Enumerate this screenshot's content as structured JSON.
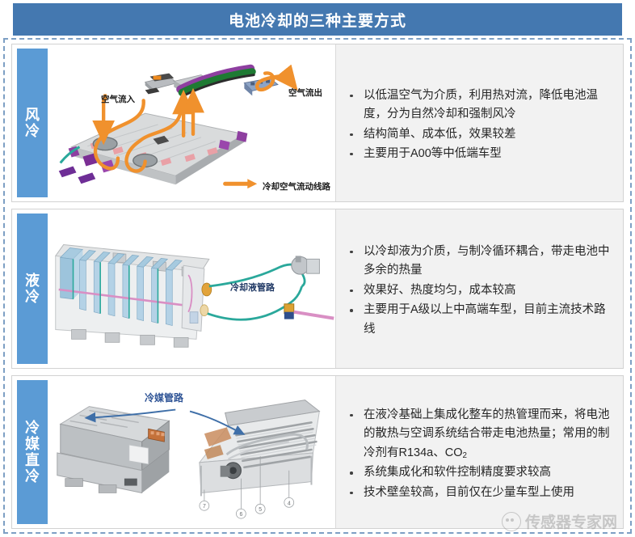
{
  "header": {
    "title": "电池冷却的三种主要方式",
    "bar_color": "#4478B0",
    "text_color": "#FFFFFF"
  },
  "frame": {
    "border_style": "dashed",
    "border_color": "#7D9FC4"
  },
  "theme": {
    "label_chip_color": "#5B9BD5",
    "text_panel_bg": "#F2F2F2",
    "card_border": "#D2D2D2",
    "arrow_orange": "#F0912D",
    "tube_teal": "#2AA89B",
    "arrow_blue": "#3F6FA8"
  },
  "rows": [
    {
      "label": "风冷",
      "label_chars": [
        "风",
        "冷"
      ],
      "figure": {
        "name": "air-cooled-battery-pack-diagram",
        "captions": [
          {
            "text": "空气流入",
            "name": "air-inlet-label"
          },
          {
            "text": "空气流出",
            "name": "air-outlet-label"
          },
          {
            "text": "冷却空气流动线路",
            "name": "cooling-airflow-legend-label"
          }
        ]
      },
      "bullets": [
        "以低温空气为介质，利用热对流，降低电池温度，分为自然冷却和强制风冷",
        "结构简单、成本低，效果较差",
        "主要用于A00等中低端车型"
      ]
    },
    {
      "label": "液冷",
      "label_chars": [
        "液",
        "冷"
      ],
      "figure": {
        "name": "liquid-cooled-battery-pack-diagram",
        "captions": [
          {
            "text": "冷却液管路",
            "name": "coolant-pipe-label"
          }
        ]
      },
      "bullets": [
        "以冷却液为介质，与制冷循环耦合，带走电池中多余的热量",
        "效果好、热度均匀，成本较高",
        "主要用于A级以上中高端车型，目前主流技术路线"
      ]
    },
    {
      "label": "冷媒直冷",
      "label_chars": [
        "冷",
        "媒",
        "直",
        "冷"
      ],
      "figure": {
        "name": "refrigerant-direct-cooling-battery-pack-diagram",
        "captions": [
          {
            "text": "冷媒管路",
            "name": "refrigerant-pipe-label"
          }
        ],
        "callout_numbers": [
          "7",
          "6",
          "5",
          "4"
        ]
      },
      "bullets_html": [
        "在液冷基础上集成化整车的热管理而来，将电池的散热与空调系统结合带走电池热量；常用的制冷剂有R134a、CO<sub>2</sub>",
        "系统集成化和软件控制精度要求较高",
        "技术壁垒较高，目前仅在少量车型上使用"
      ]
    }
  ],
  "watermark": {
    "text": "传感器专家网",
    "logo": "speech-bubble-icon"
  }
}
